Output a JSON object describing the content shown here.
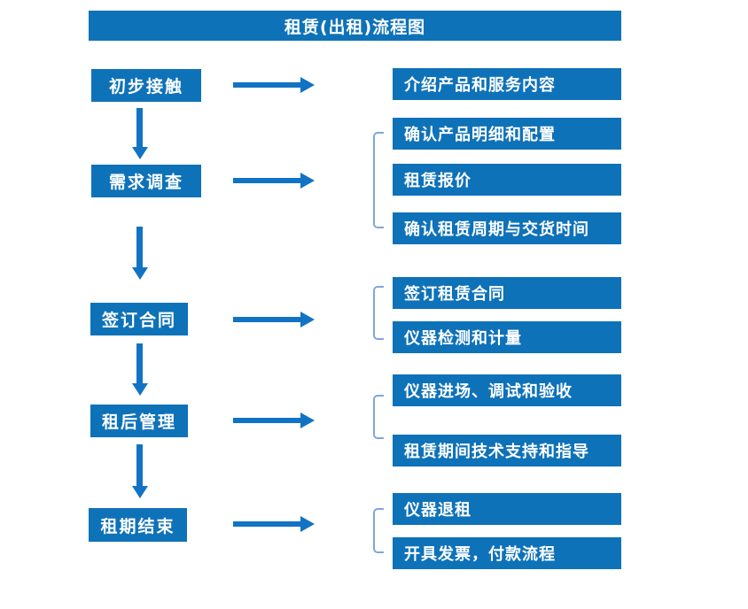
{
  "title": "租赁(出租)流程图",
  "colors": {
    "box_blue": "#0e72b9",
    "arrow_blue": "#1273c4",
    "bracket_blue": "#7da7dc",
    "text_white": "#ffffff",
    "background": "#ffffff"
  },
  "left_steps": [
    {
      "label": "初步接触"
    },
    {
      "label": "需求调查"
    },
    {
      "label": "签订合同"
    },
    {
      "label": "租后管理"
    },
    {
      "label": "租期结束"
    }
  ],
  "right_boxes": [
    {
      "label": "介绍产品和服务内容"
    },
    {
      "label": "确认产品明细和配置"
    },
    {
      "label": "租赁报价"
    },
    {
      "label": "确认租赁周期与交货时间"
    },
    {
      "label": "签订租赁合同"
    },
    {
      "label": "仪器检测和计量"
    },
    {
      "label": "仪器进场、调试和验收"
    },
    {
      "label": "租赁期间技术支持和指导"
    },
    {
      "label": "仪器退租"
    },
    {
      "label": "开具发票，付款流程"
    }
  ]
}
